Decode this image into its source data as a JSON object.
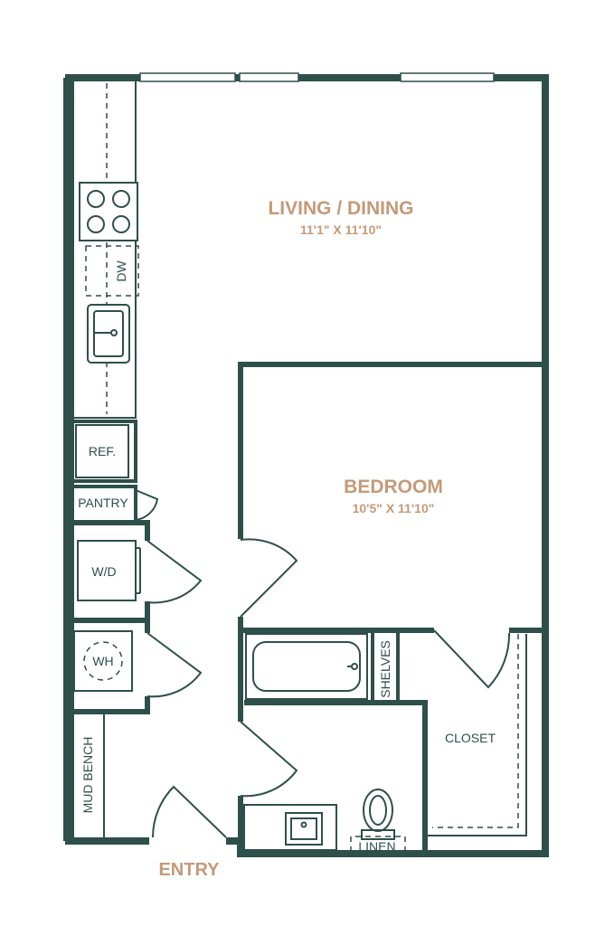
{
  "rooms": {
    "living": {
      "name": "LIVING / DINING",
      "dims": "11'1\" X 11'10\""
    },
    "bedroom": {
      "name": "BEDROOM",
      "dims": "10'5\" X 11'10\""
    },
    "closet": {
      "name": "CLOSET"
    },
    "entry": {
      "name": "ENTRY"
    }
  },
  "fixtures": {
    "dw": "DW",
    "ref": "REF.",
    "pantry": "PANTRY",
    "wd": "W/D",
    "wh": "WH",
    "mud_bench": "MUD BENCH",
    "shelves": "SHELVES",
    "linen": "LINEN"
  },
  "colors": {
    "wall": "#2f4f4a",
    "room_label": "#c49a78"
  }
}
